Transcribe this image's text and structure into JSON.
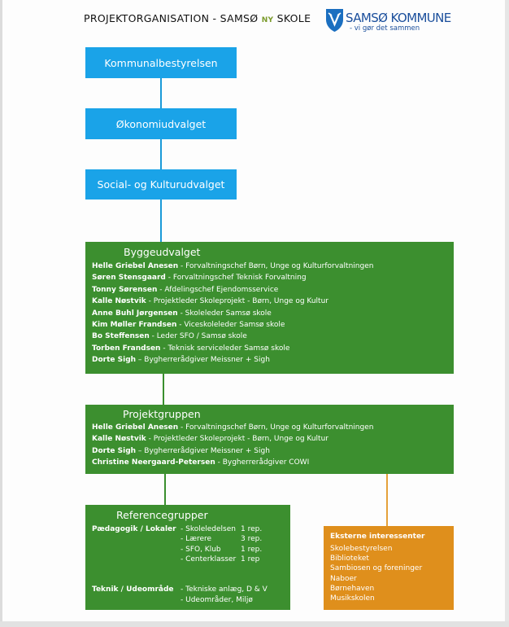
{
  "header": {
    "title_pre": "PROJEKTORGANISATION - SAMSØ",
    "title_ny": "NY",
    "title_post": "SKOLE",
    "logo_name": "SAMSØ KOMMUNE",
    "logo_tagline": "- vi gør det sammen"
  },
  "colors": {
    "blue": "#1aa3e8",
    "green": "#3c8f2f",
    "orange": "#df8f1c",
    "brand_blue": "#1b4f9c"
  },
  "boxes": {
    "kommunalbestyrelsen": "Kommunalbestyrelsen",
    "okonomiudvalget": "Økonomiudvalget",
    "social_kultur": "Social- og Kulturudvalget"
  },
  "byggeudvalget": {
    "title": "Byggeudvalget",
    "members": [
      {
        "name": "Helle Griebel Anesen",
        "role": " - Forvaltningschef Børn, Unge og Kulturforvaltningen"
      },
      {
        "name": "Søren Stensgaard",
        "role": " - Forvaltningschef Teknisk Forvaltning"
      },
      {
        "name": "Tonny Sørensen",
        "role": " - Afdelingschef Ejendomsservice"
      },
      {
        "name": "Kalle Nøstvik",
        "role": " - Projektleder Skoleprojekt - Børn, Unge og Kultur"
      },
      {
        "name": "Anne Buhl Jørgensen",
        "role": " - Skoleleder Samsø skole"
      },
      {
        "name": "Kim Møller Frandsen",
        "role": " - Viceskoleleder Samsø skole"
      },
      {
        "name": "Bo Steffensen",
        "role": " - Leder SFO / Samsø skole"
      },
      {
        "name": "Torben Frandsen",
        "role": " - Teknisk serviceleder Samsø skole"
      },
      {
        "name": "Dorte Sigh",
        "role": " – Bygherrerådgiver Meissner + Sigh"
      }
    ]
  },
  "projektgruppen": {
    "title": "Projektgruppen",
    "members": [
      {
        "name": "Helle Griebel Anesen",
        "role": " - Forvaltningschef Børn, Unge og Kulturforvaltningen"
      },
      {
        "name": "Kalle Nøstvik",
        "role": " - Projektleder Skoleprojekt - Børn, Unge og Kultur"
      },
      {
        "name": "Dorte Sigh",
        "role": " – Bygherrerådgiver Meissner + Sigh"
      },
      {
        "name": "Christine Neergaard-Petersen",
        "role": " - Bygherrerådgiver COWI"
      }
    ]
  },
  "referencegrupper": {
    "title": "Referencegrupper",
    "paed_label": "Pædagogik / Lokaler",
    "paed_items": [
      {
        "text": "- Skoleledelsen",
        "count": "1 rep."
      },
      {
        "text": "- Lærere",
        "count": "3 rep."
      },
      {
        "text": "- SFO, Klub",
        "count": "1 rep."
      },
      {
        "text": "- Centerklasser",
        "count": "1 rep"
      }
    ],
    "teknik_label": "Teknik / Udeområde",
    "teknik_items": [
      "- Tekniske anlæg, D & V",
      "- Udeområder, Miljø"
    ]
  },
  "eksterne": {
    "title": "Eksterne interessenter",
    "items": [
      "Skolebestyrelsen",
      "Biblioteket",
      "Sambiosen og foreninger",
      "Naboer",
      "Børnehaven",
      "Musikskolen"
    ]
  }
}
